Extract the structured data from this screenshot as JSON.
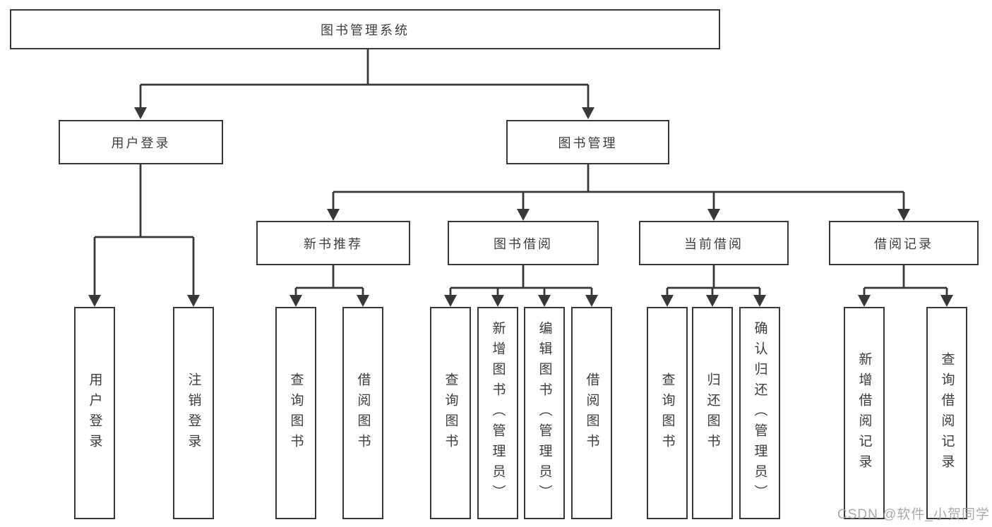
{
  "diagram": {
    "watermark": "CSDN @软件_小贺同学",
    "colors": {
      "line": "#383838",
      "text": "#3d3d3d",
      "watermark": "#9e9e9e",
      "background": "#ffffff"
    },
    "tree": {
      "label": "图书管理系统",
      "children": [
        {
          "label": "用户登录",
          "children": [
            {
              "label": "用户登录"
            },
            {
              "label": "注销登录"
            }
          ]
        },
        {
          "label": "图书管理",
          "children": [
            {
              "label": "新书推荐",
              "children": [
                {
                  "label": "查询图书"
                },
                {
                  "label": "借阅图书"
                }
              ]
            },
            {
              "label": "图书借阅",
              "children": [
                {
                  "label": "查询图书"
                },
                {
                  "label": "新增图书（管理员）"
                },
                {
                  "label": "编辑图书（管理员）"
                },
                {
                  "label": "借阅图书"
                }
              ]
            },
            {
              "label": "当前借阅",
              "children": [
                {
                  "label": "查询图书"
                },
                {
                  "label": "归还图书"
                },
                {
                  "label": "确认归还（管理员）"
                }
              ]
            },
            {
              "label": "借阅记录",
              "children": [
                {
                  "label": "新增借阅记录"
                },
                {
                  "label": "查询借阅记录"
                }
              ]
            }
          ]
        }
      ]
    }
  }
}
